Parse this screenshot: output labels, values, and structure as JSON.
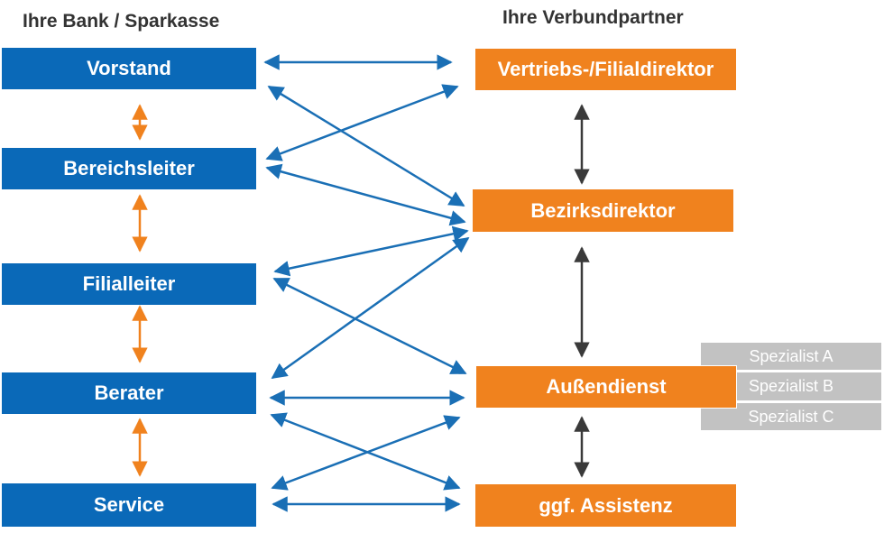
{
  "headings": {
    "left": "Ihre Bank / Sparkasse",
    "right": "Ihre Verbundpartner"
  },
  "bank": {
    "vorstand": "Vorstand",
    "bereichsleiter": "Bereichsleiter",
    "filialleiter": "Filialleiter",
    "berater": "Berater",
    "service": "Service"
  },
  "partner": {
    "vertriebsdirektor": "Vertriebs-/Filialdirektor",
    "bezirksdirektor": "Bezirksdirektor",
    "aussendienst": "Außendienst",
    "assistenz": "ggf. Assistenz"
  },
  "specialists": [
    "Spezialist A",
    "Spezialist B",
    "Spezialist C"
  ],
  "colors": {
    "bank_blue": "#0a69b8",
    "partner_orange": "#f0821e",
    "specialist_gray": "#c2c2c2",
    "bank_link_arrow": "#f0821e",
    "partner_link_arrow": "#3a3a3a",
    "cross_arrow": "#1a6fb5"
  }
}
